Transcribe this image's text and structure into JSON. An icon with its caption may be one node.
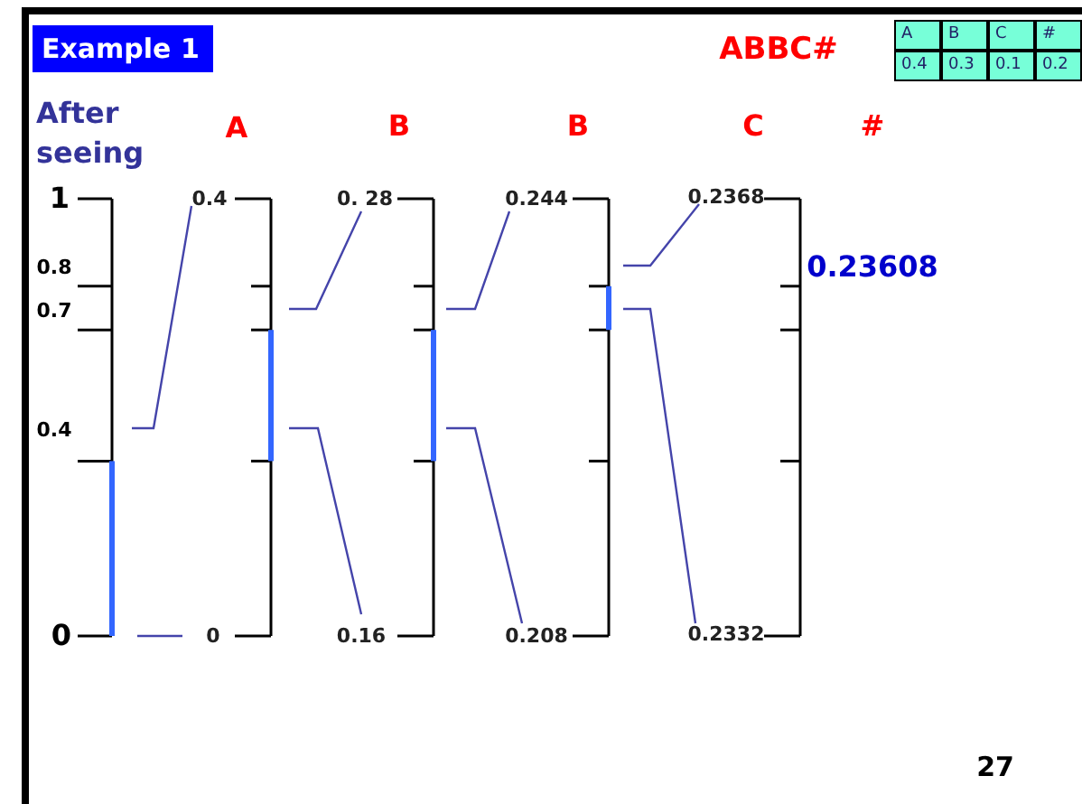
{
  "diagram": {
    "title": "Example 1",
    "labels": [
      "ABBC#",
      "A",
      "B",
      "C",
      "#",
      "0.4",
      "0.3",
      "0.1",
      "0.2",
      "After seeing",
      "A",
      "B",
      "B",
      "C",
      "#",
      "1",
      "0.8",
      "0.7",
      "0.4",
      "0",
      "0.4",
      "0",
      "0. 28",
      "0.16",
      "0.244",
      "0.208",
      "0.2368",
      "0.2332",
      "0.23608",
      "27"
    ]
  }
}
